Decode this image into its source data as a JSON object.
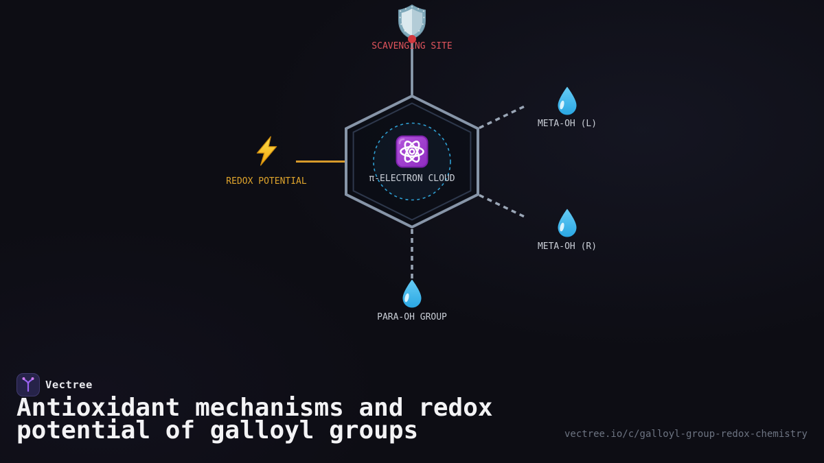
{
  "brand": {
    "name": "Vectree",
    "logo_icon": "vectree-logo-icon"
  },
  "title": "Antioxidant mechanisms and redox potential of galloyl groups",
  "footer_url": "vectree.io/c/galloyl-group-redox-chemistry",
  "diagram": {
    "center_node": {
      "label": "π-ELECTRON CLOUD",
      "icon": "atom-icon",
      "shape": "hexagon-with-dashed-ring"
    },
    "nodes": [
      {
        "id": "scavenging-site",
        "label": "SCAVENGING SITE",
        "icon": "shield-icon",
        "label_color": "#e0545c",
        "connector": "solid",
        "position": "top"
      },
      {
        "id": "redox-potential",
        "label": "REDOX POTENTIAL",
        "icon": "lightning-icon",
        "label_color": "#dfa42c",
        "connector": "solid",
        "position": "left"
      },
      {
        "id": "meta-oh-left",
        "label": "META-OH (L)",
        "icon": "droplet-icon",
        "label_color": "#c9ced6",
        "connector": "dashed",
        "position": "upper-right"
      },
      {
        "id": "meta-oh-right",
        "label": "META-OH (R)",
        "icon": "droplet-icon",
        "label_color": "#c9ced6",
        "connector": "dashed",
        "position": "lower-right"
      },
      {
        "id": "para-oh-group",
        "label": "PARA-OH GROUP",
        "icon": "droplet-icon",
        "label_color": "#c9ced6",
        "connector": "dashed",
        "position": "bottom"
      }
    ],
    "colors": {
      "background": "#0d0d14",
      "hexagon_stroke": "#8795a8",
      "inner_hexagon_stroke": "#2e384c",
      "electron_ring": "#2e9fd2",
      "connector_top_solid": "#8fa0b3",
      "connector_gold_solid": "#d79a2b",
      "connector_dashed": "#9aa6b6",
      "node_dot_red": "#d3383e",
      "droplet_blue": "#4cc0ef",
      "lightning_gold": "#f6b510",
      "atom_purple": "#a341c8"
    }
  }
}
